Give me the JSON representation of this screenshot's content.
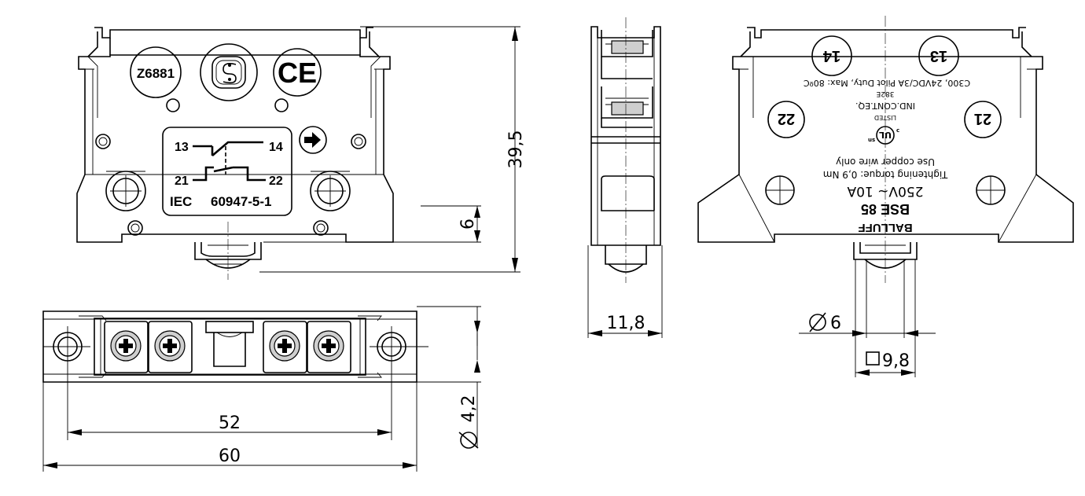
{
  "front": {
    "approval_code": "Z6881",
    "ce_mark": "CE",
    "terminal_13": "13",
    "terminal_14": "14",
    "terminal_21": "21",
    "terminal_22": "22",
    "standard_prefix": "IEC",
    "standard_number": "60947-5-1"
  },
  "rear": {
    "terminal_13": "13",
    "terminal_14": "14",
    "terminal_21": "21",
    "terminal_22": "22",
    "rating_line": "C300, 24VDC/3A Pilot Duty, Max: 80ºC",
    "code_382e": "382E",
    "ind_cont_eq": "IND.CONT.EQ.",
    "listed": "LISTED",
    "torque": "Tightening torque: 0,9 Nm",
    "copper": "Use copper wire only",
    "rating": "250V~ 10A",
    "model": "BSE 85",
    "brand": "BALLUFF"
  },
  "dimensions": {
    "height_total": "39,5",
    "height_pusher": "6",
    "depth": "11,8",
    "pusher_diameter": "6",
    "square_size": "9,8",
    "mount_hole": "4,2",
    "hole_spacing": "52",
    "width_total": "60"
  },
  "colors": {
    "line": "#000000",
    "screw_fill": "#cfcfcf",
    "background": "#ffffff"
  },
  "icons": [
    "s-mark-icon",
    "ce-mark-icon",
    "arrow-right-icon",
    "ul-listed-icon",
    "diameter-icon",
    "square-icon"
  ]
}
